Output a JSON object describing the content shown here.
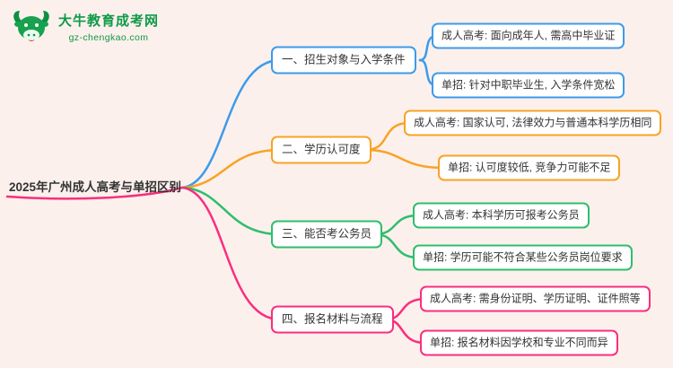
{
  "logo": {
    "title": "大牛教育成考网",
    "subtitle": "gz-chengkao.com",
    "brand_color": "#0e9a47"
  },
  "root": {
    "label": "2025年广州成人高考与单招区别"
  },
  "branches": [
    {
      "label": "一、招生对象与入学条件",
      "color": "#3d9be9",
      "children": [
        "成人高考: 面向成年人, 需高中毕业证",
        "单招: 针对中职毕业生, 入学条件宽松"
      ]
    },
    {
      "label": "二、学历认可度",
      "color": "#f7a325",
      "children": [
        "成人高考: 国家认可, 法律效力与普通本科学历相同",
        "单招: 认可度较低, 竞争力可能不足"
      ]
    },
    {
      "label": "三、能否考公务员",
      "color": "#2fbe6c",
      "children": [
        "成人高考: 本科学历可报考公务员",
        "单招: 学历可能不符合某些公务员岗位要求"
      ]
    },
    {
      "label": "四、报名材料与流程",
      "color": "#fa2e7e",
      "children": [
        "成人高考: 需身份证明、学历证明、证件照等",
        "单招: 报名材料因学校和专业不同而异"
      ]
    }
  ],
  "colors": {
    "background": "#fcf0ed",
    "text": "#333333"
  }
}
